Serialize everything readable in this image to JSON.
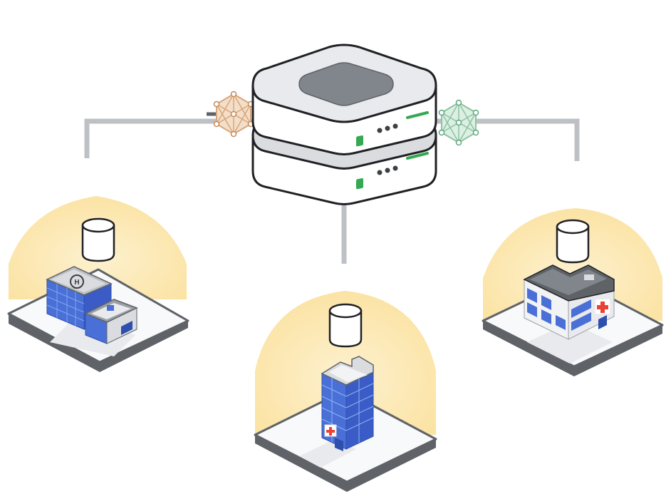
{
  "diagram": {
    "type": "federated-network",
    "central_node": {
      "icon": "server-stack-icon"
    },
    "connectors": [
      "network-mesh-icon",
      "network-mesh-icon"
    ],
    "sites": [
      {
        "id": "left",
        "icon": "hospital-campus-helipad-icon",
        "storage_icon": "database-icon"
      },
      {
        "id": "center",
        "icon": "hospital-tower-icon",
        "storage_icon": "database-icon"
      },
      {
        "id": "right",
        "icon": "clinic-building-icon",
        "storage_icon": "database-icon"
      }
    ],
    "colors": {
      "glow": "#fbe7b0",
      "platform_edge": "#5f6368",
      "platform_top": "#f8f9fa",
      "line": "#bdc1c6",
      "server_top": "#e8eaed",
      "server_inset": "#80868b",
      "led_green": "#34a853",
      "building_blue": "#4a6fd6",
      "building_blue_dark": "#2f4fae",
      "cross_red": "#ea4335",
      "mesh_orange": "#d9a57a",
      "mesh_green": "#8ec3a2"
    }
  }
}
